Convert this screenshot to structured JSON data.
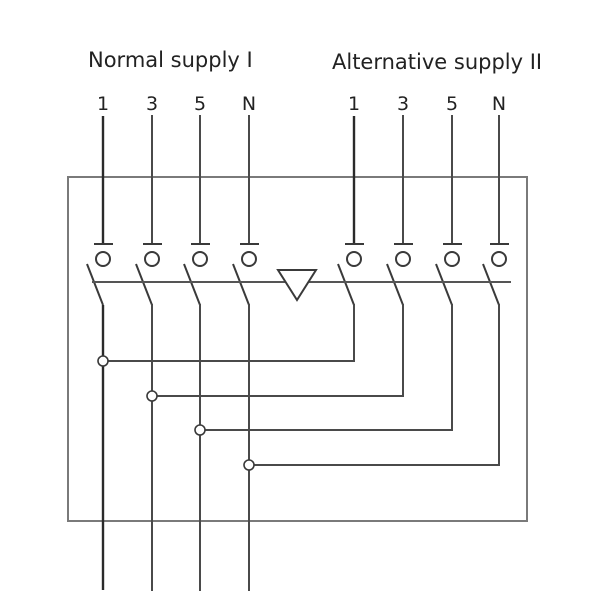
{
  "supplies": [
    {
      "title": "Normal supply I",
      "terminals": [
        "1",
        "3",
        "5",
        "N"
      ]
    },
    {
      "title": "Alternative supply II",
      "terminals": [
        "1",
        "3",
        "5",
        "N"
      ]
    }
  ],
  "colors": {
    "line": "#3a3a3a",
    "frame": "#7a7a7a",
    "text": "#222222",
    "background": "#ffffff"
  }
}
